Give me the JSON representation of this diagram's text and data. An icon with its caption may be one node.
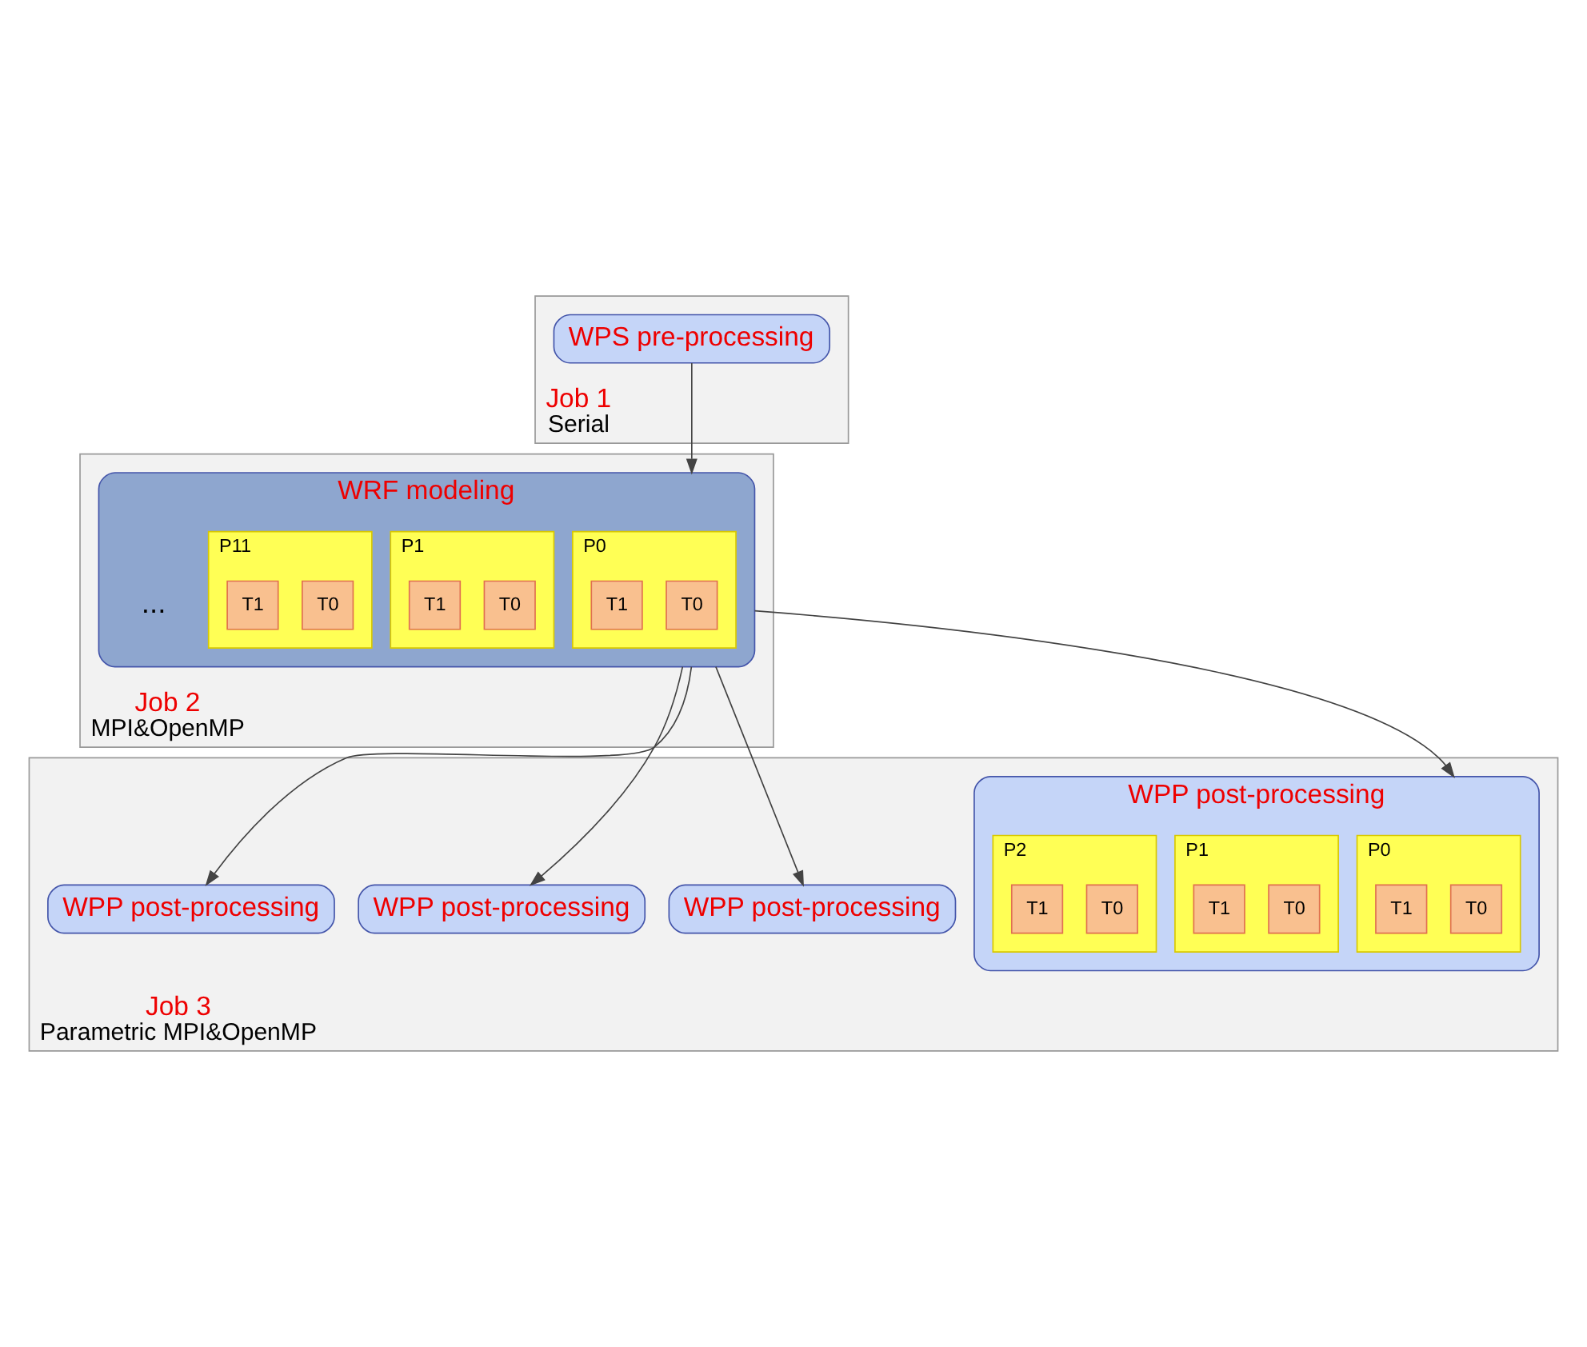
{
  "diagram": {
    "nodes": [
      {
        "text": [
          "Job 1",
          "Serial"
        ]
      },
      {
        "text": [
          "WPS pre-processing"
        ],
        "in": 0
      },
      {
        "text": [
          "Job 2",
          "MPI&OpenMP"
        ]
      },
      {
        "text": [
          "WRF modeling"
        ],
        "in": 2
      },
      {
        "text": [
          "P0"
        ],
        "in": 3
      },
      {
        "text": [
          "T0"
        ],
        "in": 4
      },
      {
        "text": [
          "T1"
        ],
        "in": 4
      },
      {
        "text": [
          "P1"
        ],
        "in": 3
      },
      {
        "text": [
          "T0"
        ],
        "in": 7
      },
      {
        "text": [
          "T1"
        ],
        "in": 7
      },
      {
        "text": [
          "P11"
        ],
        "in": 3
      },
      {
        "text": [
          "T0"
        ],
        "in": 10
      },
      {
        "text": [
          "T1"
        ],
        "in": 10
      },
      {
        "text": [
          "Job 3",
          "Parametric MPI&OpenMP"
        ]
      },
      {
        "text": [
          "WPP post-processing"
        ],
        "in": 13
      },
      {
        "text": [
          "WPP post-processing"
        ],
        "in": 13
      },
      {
        "text": [
          "WPP post-processing"
        ],
        "in": 13
      },
      {
        "text": [
          "WPP post-processing"
        ],
        "in": 13
      },
      {
        "text": [
          "P0"
        ],
        "in": 17
      },
      {
        "text": [
          "T0"
        ],
        "in": 18
      },
      {
        "text": [
          "T1"
        ],
        "in": 18
      },
      {
        "text": [
          "P1"
        ],
        "in": 17
      },
      {
        "text": [
          "T0"
        ],
        "in": 21
      },
      {
        "text": [
          "T1"
        ],
        "in": 21
      },
      {
        "text": [
          "P2"
        ],
        "in": 17
      },
      {
        "text": [
          "T0"
        ],
        "in": 24
      },
      {
        "text": [
          "T1"
        ],
        "in": 24
      }
    ],
    "edges": [
      {
        "from": 1,
        "to": 3,
        "arrow": "to"
      },
      {
        "from": 3,
        "to": 14,
        "arrow": "to"
      },
      {
        "from": 3,
        "to": 15,
        "arrow": "to"
      },
      {
        "from": 3,
        "to": 16,
        "arrow": "to"
      },
      {
        "from": 3,
        "to": 17,
        "arrow": "to"
      }
    ],
    "labels": [
      "..."
    ]
  }
}
